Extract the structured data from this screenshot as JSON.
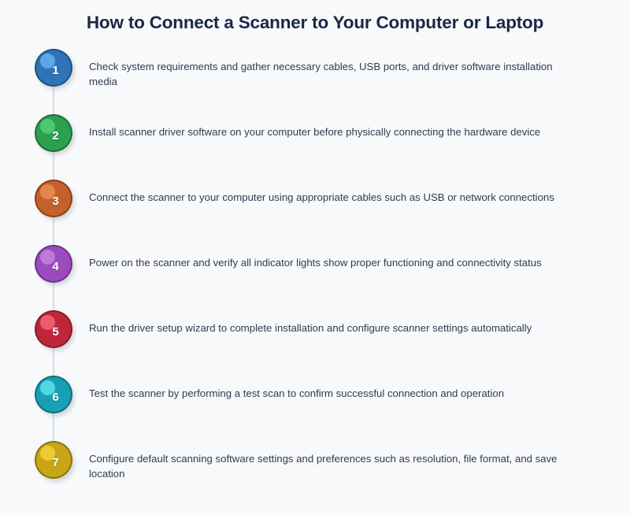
{
  "page": {
    "title": "How to Connect a Scanner to Your Computer or Laptop",
    "background_color": "#f7f9fb",
    "title_color": "#1a2744",
    "text_color": "#333a4d",
    "connector_color": "#d9dde3"
  },
  "steps": [
    {
      "number": "1",
      "text": "Check system requirements and gather necessary cables, USB ports, and driver software installation media",
      "color": "#2f74b8",
      "gloss_color": "#5fa6e8"
    },
    {
      "number": "2",
      "text": "Install scanner driver software on your computer before physically connecting the hardware device",
      "color": "#2ca04f",
      "gloss_color": "#4ec972"
    },
    {
      "number": "3",
      "text": "Connect the scanner to your computer using appropriate cables such as USB or network connections",
      "color": "#c4602a",
      "gloss_color": "#e3874f"
    },
    {
      "number": "4",
      "text": "Power on the scanner and verify all indicator lights show proper functioning and connectivity status",
      "color": "#9b4bbd",
      "gloss_color": "#bd7ad9"
    },
    {
      "number": "5",
      "text": "Run the driver setup wizard to complete installation and configure scanner settings automatically",
      "color": "#c0263a",
      "gloss_color": "#ea5d6e"
    },
    {
      "number": "6",
      "text": "Test the scanner by performing a test scan to confirm successful connection and operation",
      "color": "#189fb4",
      "gloss_color": "#52d6e2"
    },
    {
      "number": "7",
      "text": "Configure default scanning software settings and preferences such as resolution, file format, and save location",
      "color": "#c9a616",
      "gloss_color": "#ebca34"
    }
  ]
}
